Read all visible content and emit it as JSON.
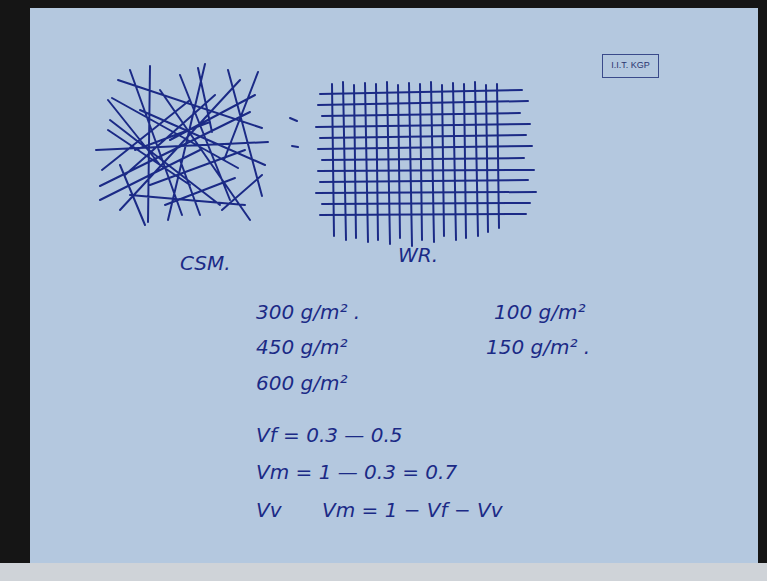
{
  "diagram": {
    "nodes": [
      {
        "text": [
          "I.I.T. KGP"
        ]
      }
    ],
    "labels": [
      "CSM.",
      "WR.",
      "300 g/m² .",
      "100 g/m²",
      "450 g/m²",
      "150 g/m² .",
      "600 g/m²",
      "Vf = 0.3 — 0.5",
      "Vm = 1 — 0.3 = 0.7",
      "Vv",
      "Vm = 1 − Vf − Vv"
    ]
  }
}
